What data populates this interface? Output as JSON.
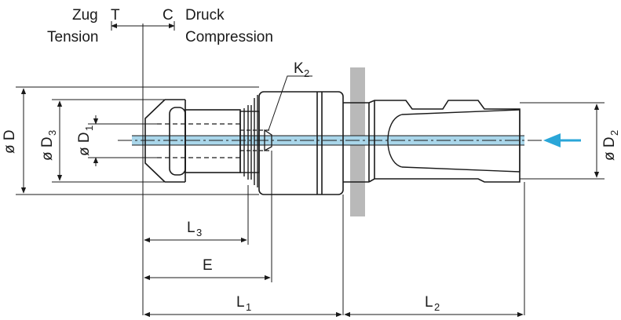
{
  "labels": {
    "zug": "Zug",
    "t": "T",
    "c": "C",
    "druck": "Druck",
    "tension": "Tension",
    "compression": "Compression",
    "phi_d": "ø D",
    "phi_d3": "ø D",
    "phi_d3_sub": "3",
    "phi_d1": "ø D",
    "phi_d1_sub": "1",
    "phi_d2": "ø D",
    "phi_d2_sub": "2",
    "k2": "K",
    "k2_sub": "2",
    "l3": "L",
    "l3_sub": "3",
    "e": "E",
    "l1": "L",
    "l1_sub": "1",
    "l2": "L",
    "l2_sub": "2"
  },
  "colors": {
    "coolant": "#a9d6ea",
    "arrow": "#2aa6d8",
    "wall": "#b9b9b9",
    "line": "#1a1a1a"
  }
}
